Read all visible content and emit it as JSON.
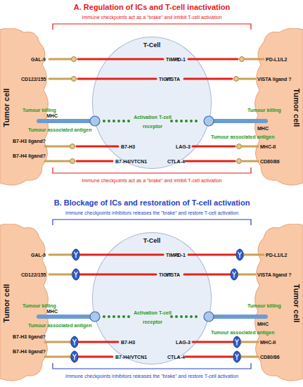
{
  "diagram": {
    "nodes": [
      {
        "text": [
          "Tumor cell"
        ]
      },
      {
        "text": [
          "T-Cell",
          "Activation T-cell receptor"
        ]
      },
      {
        "text": [
          "Tumor cell"
        ]
      },
      {
        "text": [
          "Tumor cell"
        ]
      },
      {
        "text": [
          "T-Cell",
          "Activation T-cell receptor"
        ]
      },
      {
        "text": [
          "Tumor cell"
        ]
      }
    ],
    "labels": [
      "A. Regulation of ICs and T-cell inactivation",
      "Immune checkpoints act as a \"brake\" and inhibit T-cell activation",
      "GAL-9",
      "TIM-3",
      "CD122/155",
      "TIGIT",
      "Tumour killing",
      "MHC",
      "Tumour associated antigen",
      "B7-H3 ligand?",
      "B7-H3",
      "B7-H4 ligand?",
      "B7-H4/VTCN1",
      "PD-1",
      "PD-L1/L2",
      "VISTA",
      "VISTA ligand ?",
      "Tumour killing",
      "MHC",
      "Tumour associated antigen",
      "LAG-3",
      "MHC-II",
      "CTLA-4",
      "CD80/86",
      "Immune checkpoints act as a \"brake\" and inhibit T-cell activation",
      "B. Blockage of ICs and restoration of T-cell activation",
      "Immune checkpoints inhibitors releases the \"brake\" and restore T-cell activation",
      "GAL-9",
      "TIM-3",
      "CD122/155",
      "TIGIT",
      "Tumour killing",
      "MHC",
      "Tumour associated antigen",
      "B7-H3 ligand?",
      "B7-H3",
      "B7-H4 ligand?",
      "B7-H4/VTCN1",
      "PD-1",
      "PD-L1/L2",
      "VISTA",
      "VISTA ligand ?",
      "Tumour killing",
      "MHC",
      "Tumour associated antigen",
      "LAG-3",
      "MHC-II",
      "CTLA-4",
      "CD80/86",
      "Immune checkpoints inhibitors releases the \"brake\" and restore T-cell activation"
    ]
  }
}
